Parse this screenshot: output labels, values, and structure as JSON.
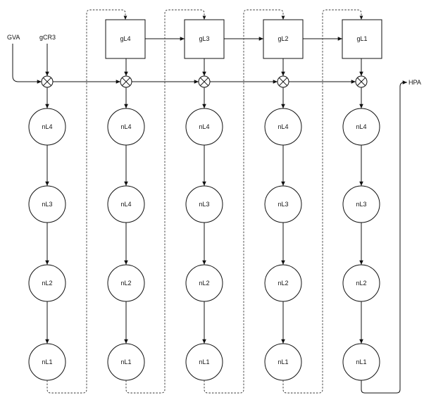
{
  "inputs": {
    "gva": "GVA",
    "gcr3": "gCR3"
  },
  "output": "HPA",
  "guest_levels": [
    "gL4",
    "gL3",
    "gL2",
    "gL1"
  ],
  "nested_walks": [
    [
      "nL4",
      "nL3",
      "nL2",
      "nL1"
    ],
    [
      "nL4",
      "nL4",
      "nL2",
      "nL1"
    ],
    [
      "nL4",
      "nL3",
      "nL2",
      "nL1"
    ],
    [
      "nL4",
      "nL3",
      "nL2",
      "nL1"
    ],
    [
      "nL4",
      "nL3",
      "nL2",
      "nL1"
    ]
  ],
  "colors": {
    "stroke": "#111111",
    "fill": "#ffffff",
    "text": "#111111"
  }
}
